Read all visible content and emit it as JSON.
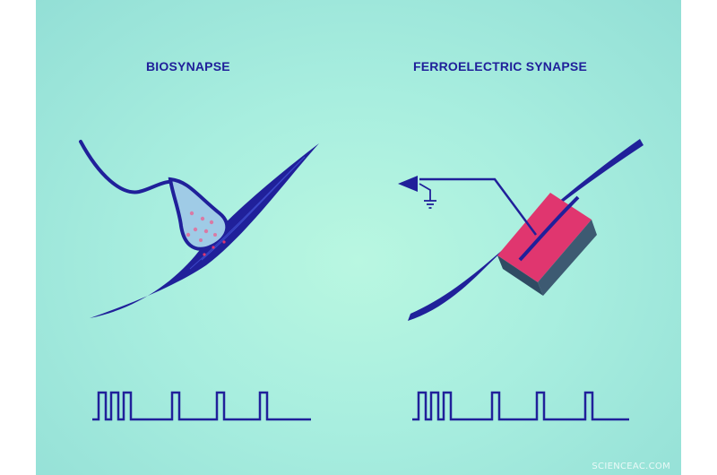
{
  "labels": {
    "left_title": "BIOSYNAPSE",
    "right_title": "FERROELECTRIC SYNAPSE"
  },
  "watermark": "SCIENCEAC.COM",
  "colors": {
    "background": "#a8eedf",
    "line": "#20209a",
    "accent": "#e0366f",
    "block_shadow": "#3d5a72",
    "vesicle": "#d97aa5"
  }
}
